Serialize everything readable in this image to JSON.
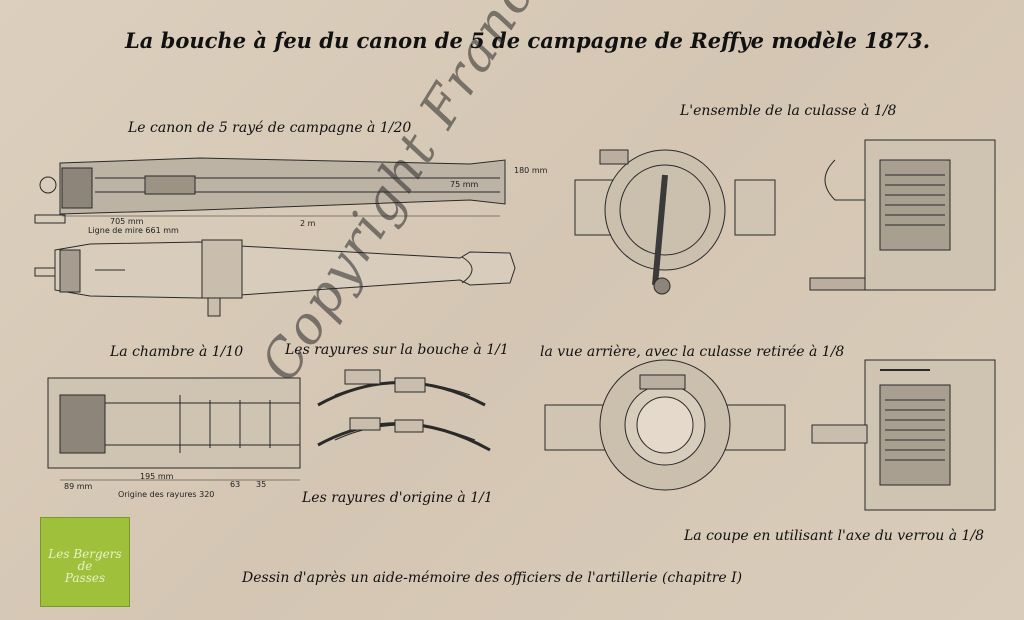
{
  "title": "La bouche à feu du canon de 5 de campagne de Reffye modèle 1873.",
  "labels": {
    "canon": "Le canon de 5 rayé de campagne à 1/20",
    "culasse": "L'ensemble de la culasse à 1/8",
    "chambre": "La chambre à 1/10",
    "rayures_bouche": "Les rayures sur la bouche à 1/1",
    "vue_arriere": "la vue arrière, avec la culasse retirée à 1/8",
    "rayures_origine": "Les rayures d'origine à 1/1",
    "coupe": "La coupe en utilisant l'axe du verrou à 1/8",
    "source": "Dessin d'après un aide-mémoire des officiers de l'artillerie (chapitre I)"
  },
  "dimensions": {
    "d75": "75 mm",
    "d180": "180 mm",
    "d705": "705 mm",
    "mire": "Ligne de mire 661 mm",
    "d2m": "2 m",
    "d89": "89 mm",
    "d195": "195 mm",
    "d63": "63",
    "d35": "35",
    "origine": "Origine des rayures 320"
  },
  "watermark": "Copyright France",
  "logo": {
    "line1": "Les Bergers",
    "line2": "de",
    "line3": "Passes"
  },
  "colors": {
    "background": "#d7cab8",
    "ink": "#2a2a2a",
    "logo_green": "#9fc03b"
  }
}
